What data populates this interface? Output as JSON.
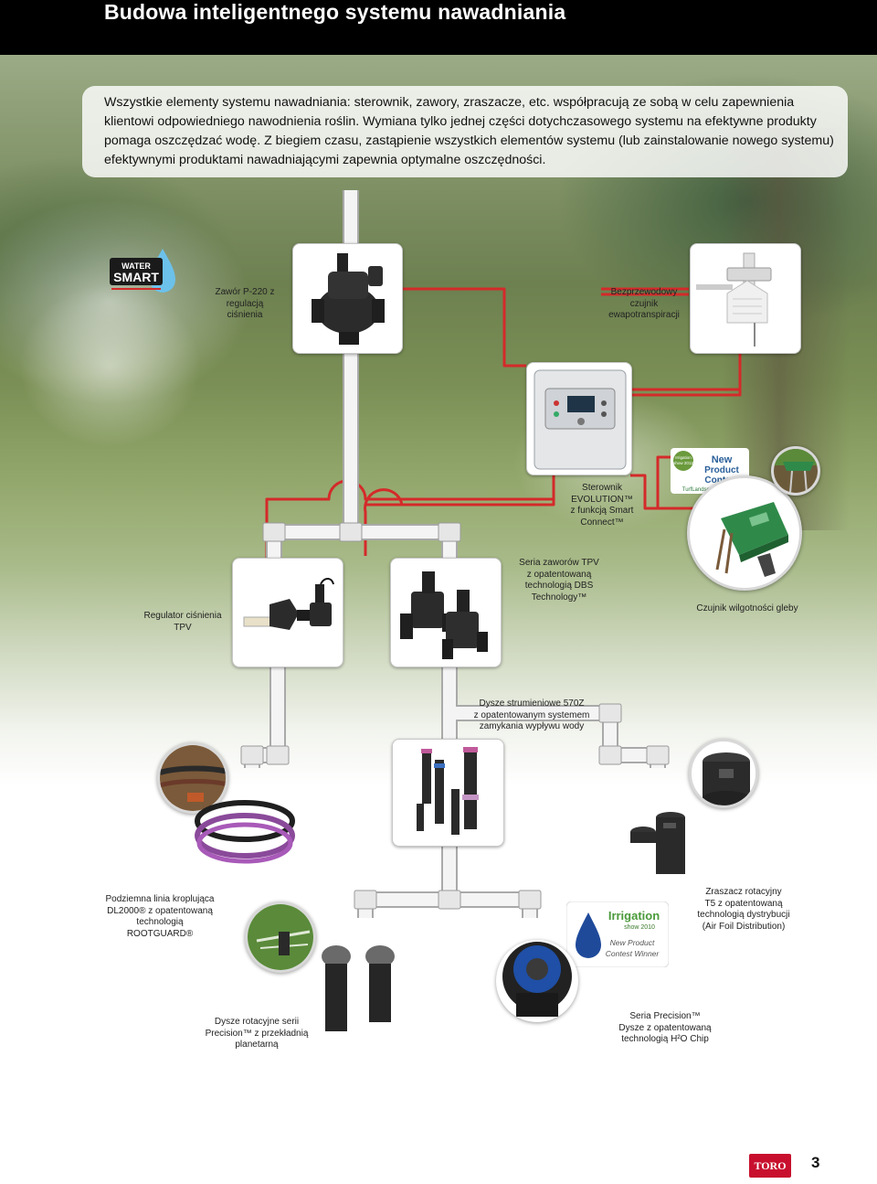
{
  "header": {
    "title": "Budowa inteligentnego systemu nawadniania"
  },
  "intro": {
    "text": "Wszystkie elementy systemu nawadniania: sterownik, zawory, zraszacze, etc. współpracują ze sobą w celu zapewnienia klientowi odpowiedniego nawodnienia roślin. Wymiana tylko jednej części dotychczasowego systemu na efektywne produkty pomaga oszczędzać wodę. Z biegiem czasu, zastąpienie wszystkich elementów systemu (lub zainstalowanie nowego systemu) efektywnymi produktami nawadniającymi zapewnia optymalne oszczędności."
  },
  "logos": {
    "water_smart": {
      "line1": "WATER",
      "line2": "SMART"
    },
    "toro": "TORO",
    "irrigation_show_2012": {
      "line1": "Irrigation",
      "line2": "show 2012",
      "line3": "New",
      "line4": "Product",
      "line5": "Contest",
      "line6": "TurfLandscape Winner"
    },
    "irrigation_show_2010": {
      "line1": "Irrigation",
      "line2": "show 2010",
      "line3": "New Product",
      "line4": "Contest Winner"
    }
  },
  "products": {
    "valve_p220": "Zawór P-220 z regulacją\nciśnienia",
    "et_sensor": "Bezprzewodowy czujnik\newapotranspiracji",
    "controller": "Sterownik\nEVOLUTION™\nz funkcją Smart\nConnect™",
    "tpv_regulator": "Regulator ciśnienia TPV",
    "tpv_valves": "Seria zaworów TPV\nz opatentowaną\ntechnologią DBS\nTechnology™",
    "soil_sensor": "Czujnik wilgotności gleby",
    "nozzles_570z": "Dysze strumieniowe 570Z\nz opatentowanym systemem\nzamykania wypływu wody",
    "dripline": "Podziemna linia kroplująca\nDL2000® z opatentowaną\ntechnologią ROOTGUARD®",
    "t5_rotor": "Zraszacz rotacyjny\nT5 z opatentowaną\ntechnologią dystrybucji\n(Air Foil Distribution)",
    "precision_rotary": "Dysze rotacyjne serii\nPrecision™ z przekładnią\nplanetarną",
    "precision_h2o": "Seria Precision™\nDysze z opatentowaną\ntechnologią H²O Chip"
  },
  "page_number": "3",
  "colors": {
    "pipe_red": "#d42a2a",
    "pipe_white": "#f4f4f4",
    "header_bg": "#000000",
    "toro_red": "#c8102e"
  }
}
